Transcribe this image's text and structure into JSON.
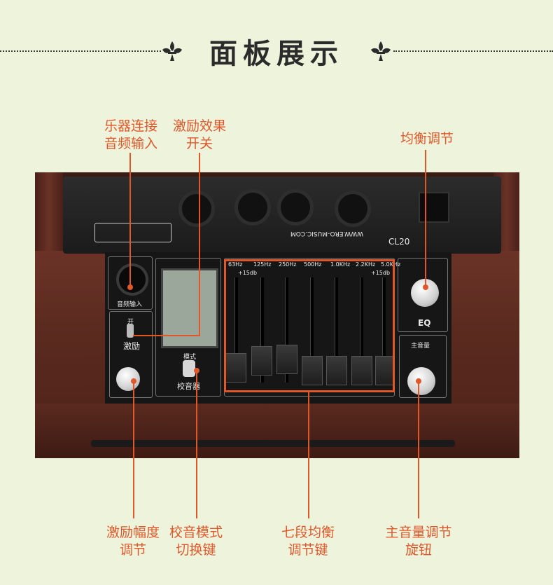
{
  "header": {
    "title": "面板展示"
  },
  "callouts": {
    "input": {
      "line1": "乐器连接",
      "line2": "音频输入"
    },
    "exciter_switch": {
      "line1": "激励效果",
      "line2": "开关"
    },
    "eq": {
      "line1": "均衡调节"
    },
    "exciter_level": {
      "line1": "激励幅度",
      "line2": "调节"
    },
    "tuner_mode": {
      "line1": "校音模式",
      "line2": "切换键"
    },
    "seven_band_eq": {
      "line1": "七段均衡",
      "line2": "调节键"
    },
    "master_volume": {
      "line1": "主音量调节",
      "line2": "旋钮"
    }
  },
  "panel": {
    "input_label": "音频输入",
    "switch_on": "开",
    "exciter_label": "激励",
    "mode_label": "模式",
    "tuner_label": "校音器",
    "eq_label": "EQ",
    "master_label": "主音量",
    "model_text": "CL20",
    "website": "WWW.ERO-MUSIC.COM",
    "frequencies": [
      "63Hz",
      "125Hz",
      "250Hz",
      "500Hz",
      "1.0KHz",
      "2.2KHz",
      "5.0KHz"
    ],
    "gain_top": "+15db"
  },
  "colors": {
    "accent": "#e0582a",
    "background": "#eef3dc",
    "wood": "#5a2a1f"
  }
}
